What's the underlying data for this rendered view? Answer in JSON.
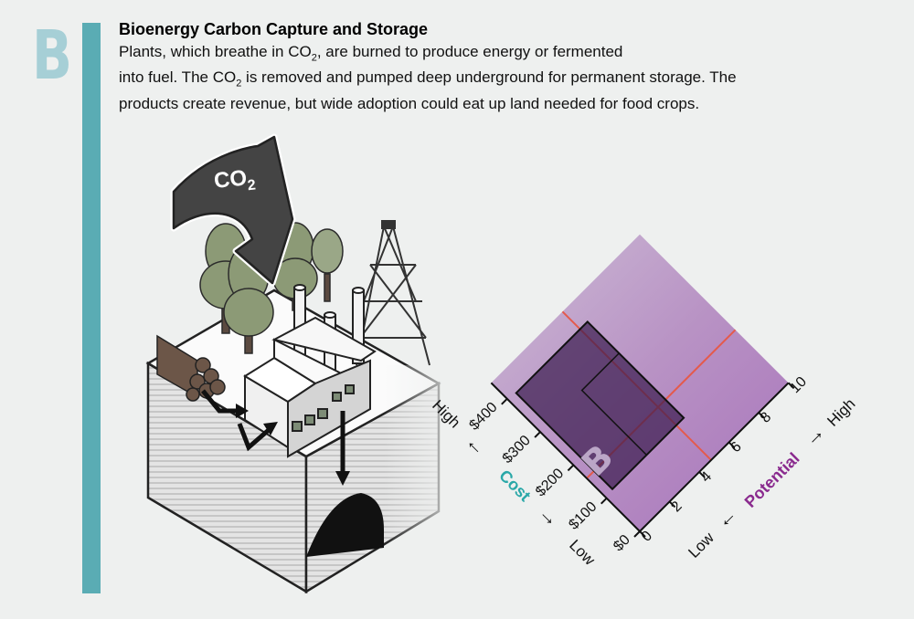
{
  "panel": {
    "letter": "B",
    "title": "Bioenergy Carbon Capture and Storage",
    "desc_l1a": "Plants, which breathe in CO",
    "desc_l1sub": "2",
    "desc_l1b": ", are burned to produce energy or fermented",
    "desc_l2a": "into fuel. The CO",
    "desc_l2sub": "2",
    "desc_l2b": " is removed and pumped deep underground for permanent storage. The",
    "desc_l3": "products create revenue, but wide adoption could eat up land needed for food crops."
  },
  "illustration": {
    "arrow_text": "CO",
    "arrow_sub": "2"
  },
  "chart_data": {
    "type": "range-box",
    "cost_axis": {
      "label": "Cost",
      "ticks": [
        "$0",
        "$100",
        "$200",
        "$300",
        "$400"
      ],
      "high": "High",
      "low": "Low"
    },
    "potential_axis": {
      "label": "Potential",
      "ticks": [
        "0",
        "2",
        "4",
        "6",
        "8",
        "10"
      ],
      "high": "High",
      "low": "Low"
    },
    "range_label": "B",
    "outer_box": {
      "potential": [
        0.5,
        5.3
      ],
      "cost": [
        105,
        395
      ]
    },
    "inner_box": {
      "potential": [
        2.8,
        5.3
      ],
      "cost": [
        105,
        300
      ]
    },
    "threshold_lines": {
      "potential": 4.8,
      "cost": 160
    },
    "colors": {
      "range": "#3b1b4e",
      "threshold": "#e45a4c",
      "cost_label": "#2aa8a8",
      "potential_label": "#8a2a8e"
    }
  }
}
